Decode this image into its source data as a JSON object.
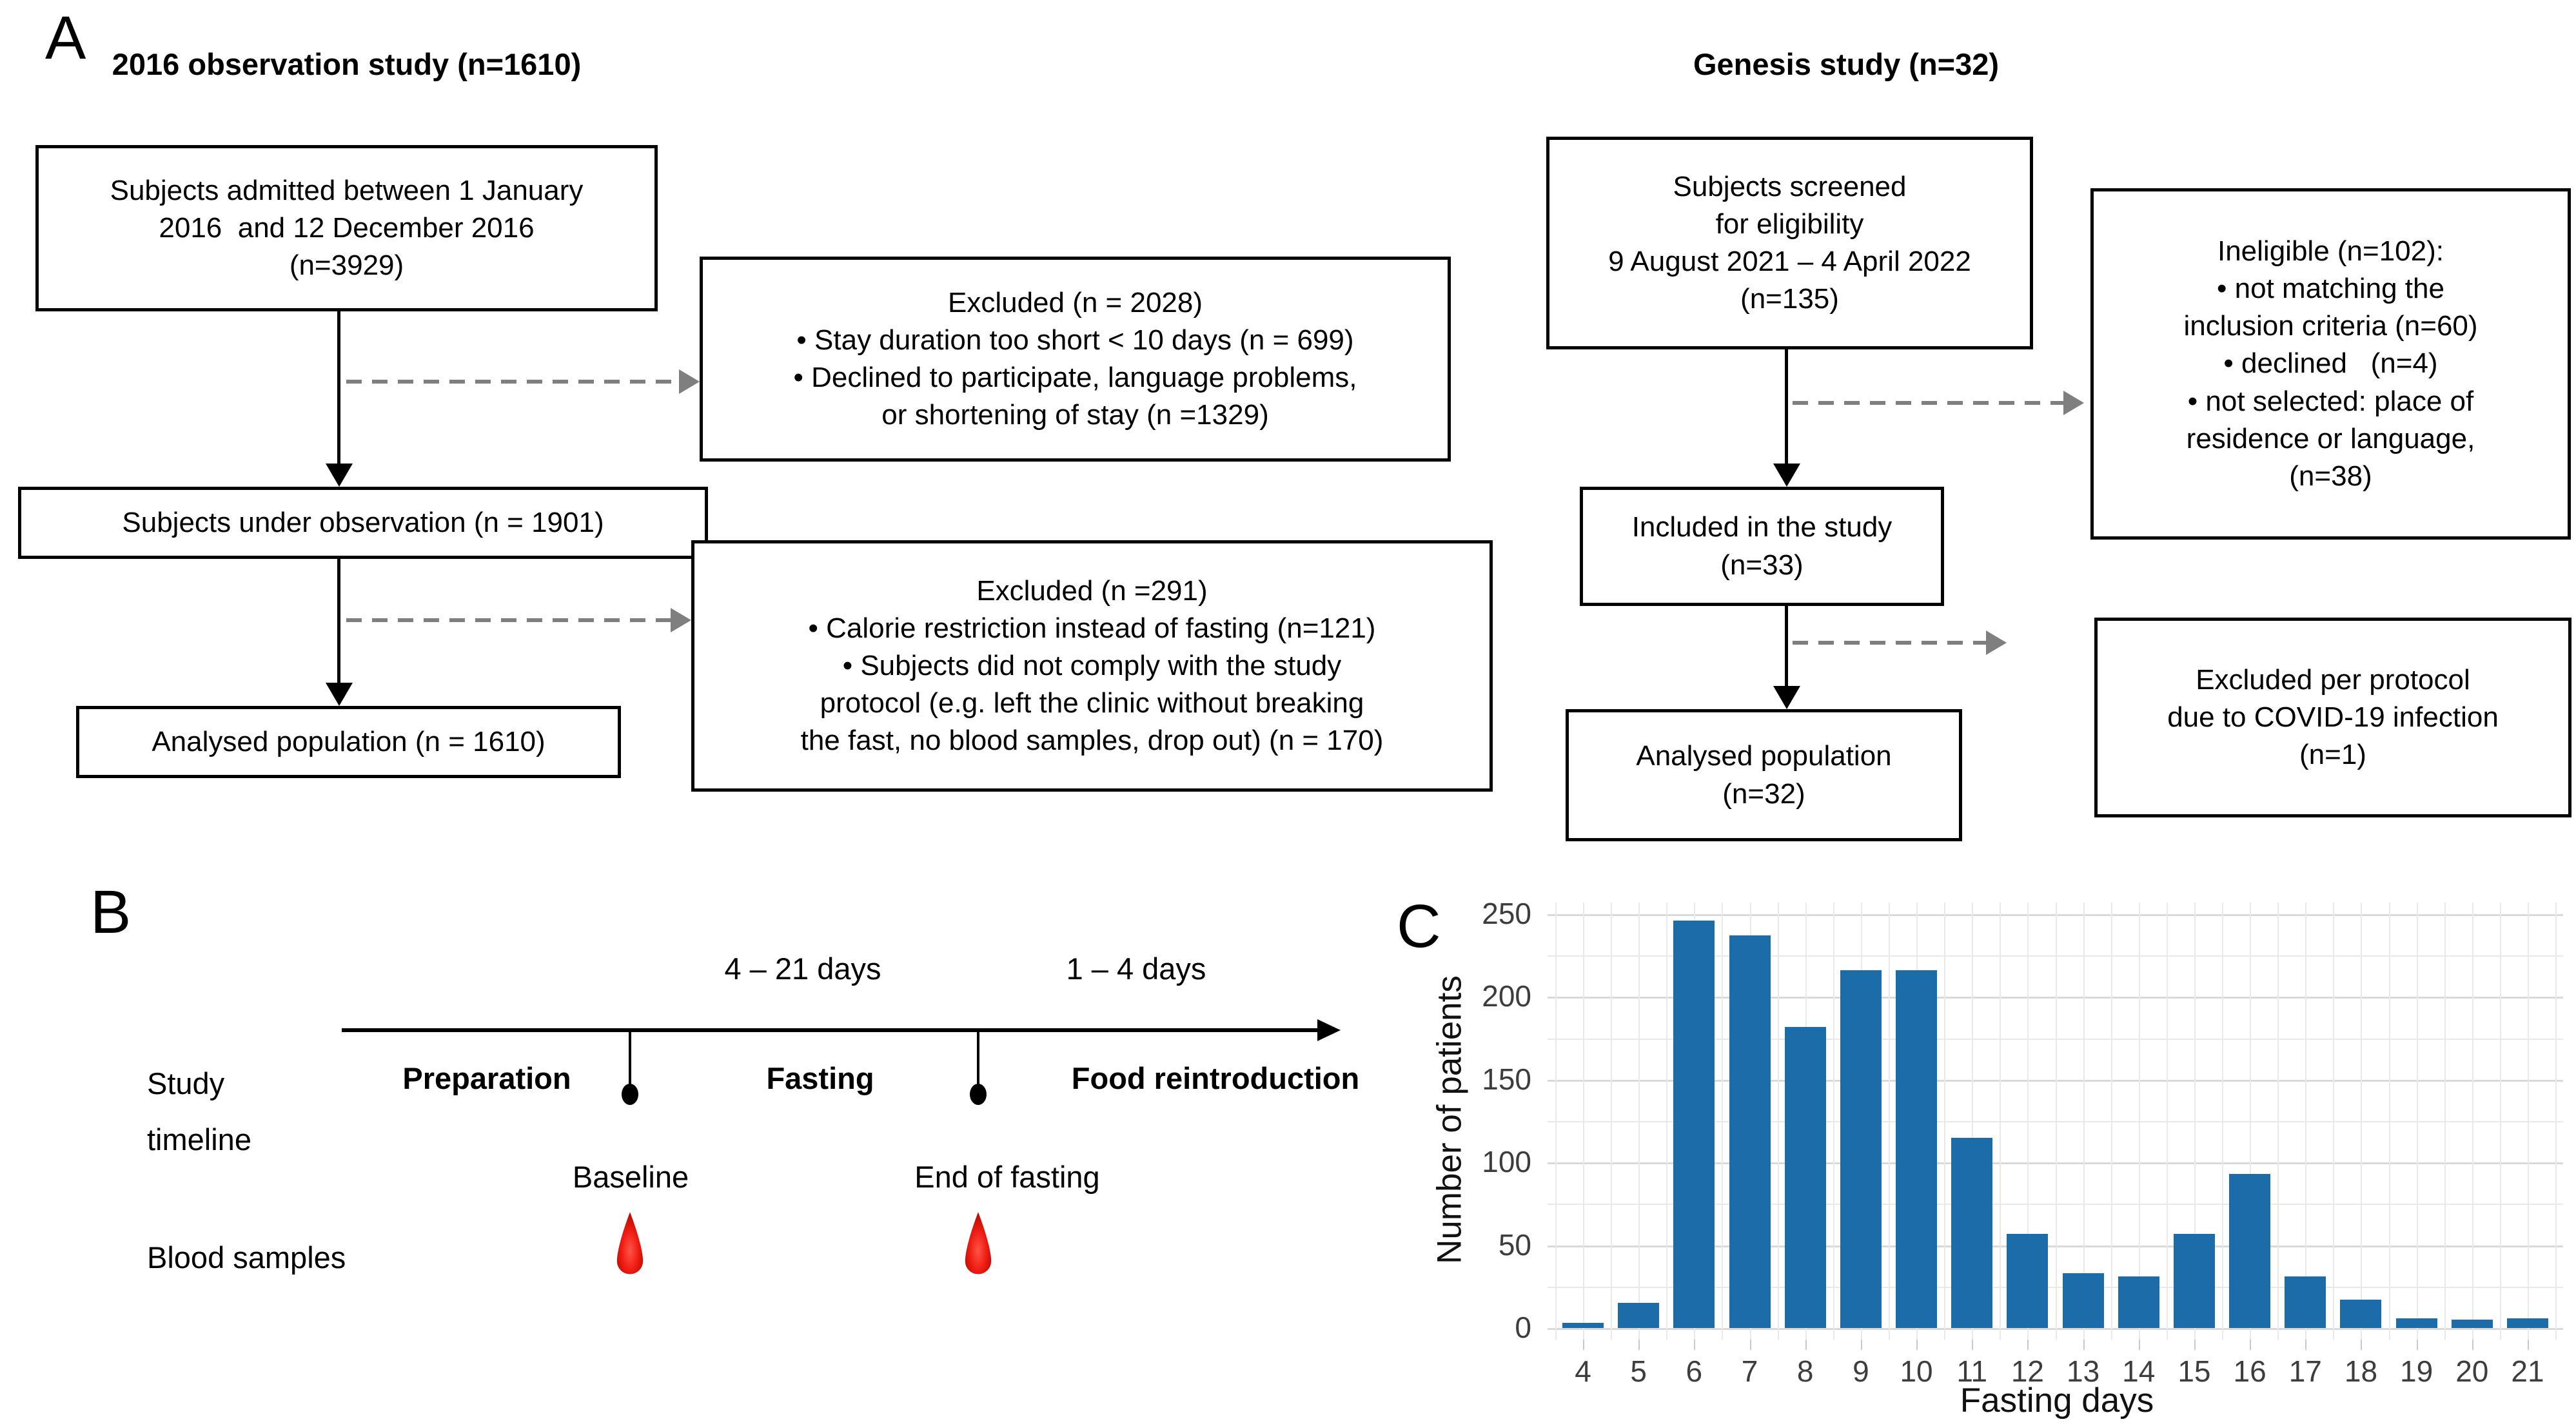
{
  "colors": {
    "bar": "#1b6ca8",
    "dashed_arrow": "#7f7f7f",
    "grid_minor": "#e9e9e9",
    "grid_major": "#d9d9d9",
    "drop_red": "#e8150e"
  },
  "panelA": {
    "label": "A",
    "left": {
      "title": "2016 observation study (n=1610)",
      "box_admitted": "Subjects admitted between 1 January\n2016  and 12 December 2016\n(n=3929)",
      "box_observation": "Subjects under observation (n = 1901)",
      "box_analysed": "Analysed population (n = 1610)",
      "box_excluded1": "Excluded (n = 2028)\n• Stay duration too short < 10 days (n = 699)\n• Declined to participate, language problems,\nor shortening of stay (n =1329)",
      "box_excluded2": "Excluded (n =291)\n• Calorie restriction instead of fasting (n=121)\n• Subjects did not comply with the study\nprotocol (e.g. left the clinic without breaking\nthe fast, no blood samples, drop out) (n = 170)"
    },
    "right": {
      "title": "Genesis study (n=32)",
      "box_screened": "Subjects screened\nfor eligibility\n9 August 2021 – 4 April 2022\n(n=135)",
      "box_included": "Included in the study\n(n=33)",
      "box_analysed": "Analysed population\n(n=32)",
      "box_ineligible": "Ineligible (n=102):\n• not matching the\ninclusion criteria (n=60)\n• declined   (n=4)\n• not selected: place of\nresidence or language,\n(n=38)",
      "box_excluded_protocol": "Excluded per protocol\ndue to COVID-19 infection\n(n=1)"
    }
  },
  "panelB": {
    "label": "B",
    "duration_fasting": "4 – 21 days",
    "duration_reintroduction": "1 – 4 days",
    "row_label": "Study\ntimeline",
    "phase_preparation": "Preparation",
    "phase_fasting": "Fasting",
    "phase_reintroduction": "Food reintroduction",
    "event_baseline": "Baseline",
    "event_end": "End of fasting",
    "samples_label": "Blood samples"
  },
  "panelC": {
    "label": "C"
  },
  "chart_data": {
    "type": "bar",
    "title": "",
    "xlabel": "Fasting days",
    "ylabel": "Number of patients",
    "categories": [
      "4",
      "5",
      "6",
      "7",
      "8",
      "9",
      "10",
      "11",
      "12",
      "13",
      "14",
      "15",
      "16",
      "17",
      "18",
      "19",
      "20",
      "21"
    ],
    "values": [
      3,
      15,
      246,
      237,
      182,
      216,
      216,
      115,
      57,
      33,
      31,
      57,
      93,
      31,
      17,
      6,
      5,
      6
    ],
    "ylim": [
      0,
      260
    ],
    "yticks": [
      0,
      50,
      100,
      150,
      200,
      250
    ],
    "grid": true,
    "legend_position": "none",
    "bar_color": "#1b6ca8"
  }
}
